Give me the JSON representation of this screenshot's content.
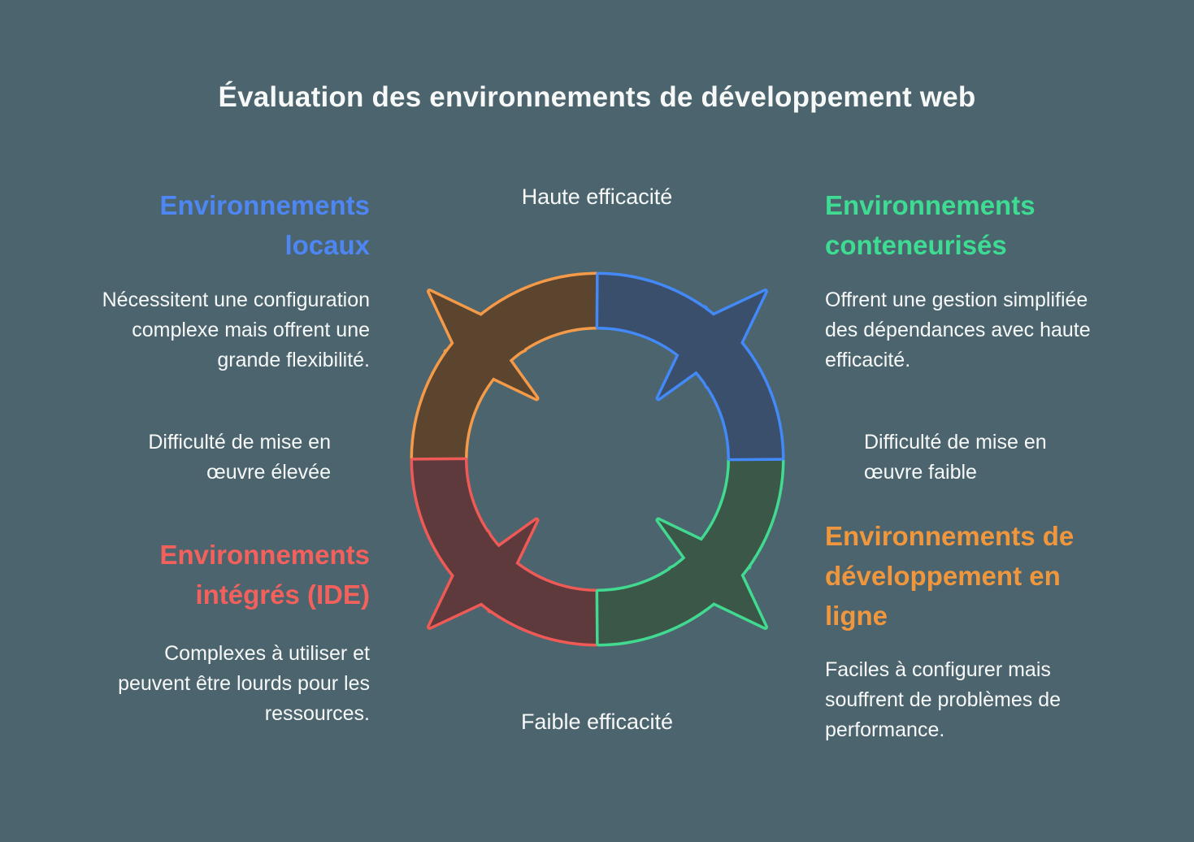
{
  "title": "Évaluation des environnements de développement web",
  "colors": {
    "background": "#4B646D",
    "text": "#F7F8F8"
  },
  "center_diagram": {
    "type": "cycle-quadrants",
    "labels": {
      "top": "Haute efficacité",
      "bottom": "Faible efficacité",
      "left_lines": [
        "Difficulté de mise en",
        "œuvre élevée"
      ],
      "right_lines": [
        "Difficulté de mise en",
        "œuvre faible"
      ]
    },
    "quadrants": [
      {
        "position": "top-left",
        "stroke": "#F59A49",
        "fill": "#5B452F"
      },
      {
        "position": "bottom-left",
        "stroke": "#EF5A57",
        "fill": "#5F3A3D"
      },
      {
        "position": "bottom-right",
        "stroke": "#41DA90",
        "fill": "#3A5747"
      },
      {
        "position": "top-right",
        "stroke": "#4389F7",
        "fill": "#3A4F6B"
      }
    ]
  },
  "sections": {
    "local": {
      "heading": "Environnements locaux",
      "heading_lines": [
        "Environnements",
        "locaux"
      ],
      "color": "#4E86F3",
      "body": "Nécessitent une configuration complexe mais offrent une grande flexibilité.",
      "body_lines": [
        "Nécessitent une configuration",
        "complexe mais offrent une",
        "grande flexibilité."
      ]
    },
    "containerized": {
      "heading": "Environnements conteneurisés",
      "heading_lines": [
        "Environnements",
        "conteneurisés"
      ],
      "color": "#3EDC92",
      "body": "Offrent une gestion simplifiée des dépendances avec haute efficacité.",
      "body_lines": [
        "Offrent une gestion simplifiée",
        "des dépendances avec haute",
        "efficacité."
      ]
    },
    "ide": {
      "heading": "Environnements intégrés (IDE)",
      "heading_lines": [
        "Environnements",
        "intégrés (IDE)"
      ],
      "color": "#F4615D",
      "body": "Complexes à utiliser et peuvent être lourds pour les ressources.",
      "body_lines": [
        "Complexes à utiliser et",
        "peuvent être lourds pour les",
        "ressources."
      ]
    },
    "online": {
      "heading": "Environnements de développement en ligne",
      "heading_lines": [
        "Environnements de",
        "développement en",
        "ligne"
      ],
      "color": "#F0973E",
      "body": "Faciles à configurer mais souffrent de problèmes de performance.",
      "body_lines": [
        "Faciles à configurer mais",
        "souffrent de problèmes de",
        "performance."
      ]
    }
  }
}
